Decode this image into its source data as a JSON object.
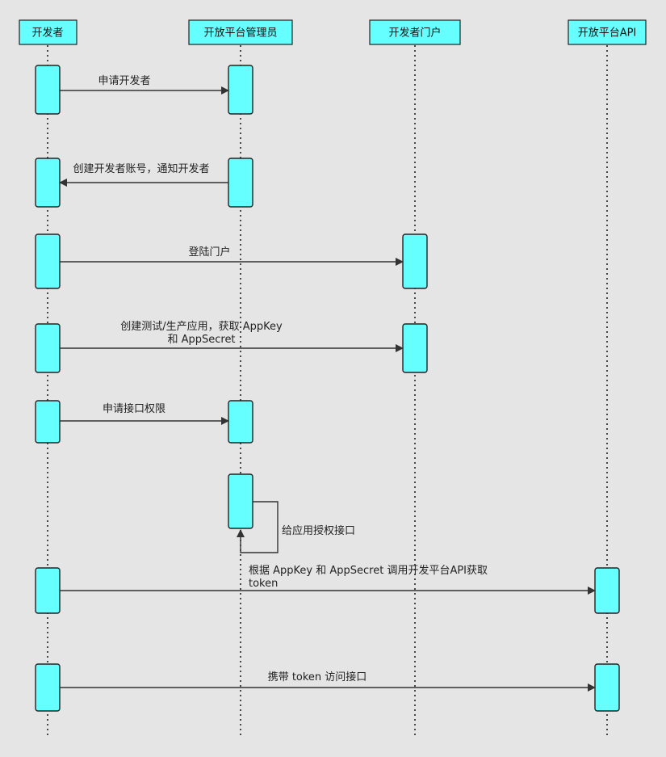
{
  "participants": [
    {
      "id": "dev",
      "label": "开发者"
    },
    {
      "id": "admin",
      "label": "开放平台管理员"
    },
    {
      "id": "portal",
      "label": "开发者门户"
    },
    {
      "id": "api",
      "label": "开放平台API"
    }
  ],
  "messages": [
    {
      "from": "dev",
      "to": "admin",
      "lines": [
        "申请开发者"
      ]
    },
    {
      "from": "admin",
      "to": "dev",
      "lines": [
        "创建开发者账号，通知开发者"
      ]
    },
    {
      "from": "dev",
      "to": "portal",
      "lines": [
        "登陆门户"
      ]
    },
    {
      "from": "dev",
      "to": "portal",
      "lines": [
        "创建测试/生产应用，获取 AppKey",
        "和 AppSecret"
      ]
    },
    {
      "from": "dev",
      "to": "admin",
      "lines": [
        "申请接口权限"
      ]
    },
    {
      "from": "admin",
      "to": "admin",
      "lines": [
        "给应用授权接口"
      ]
    },
    {
      "from": "dev",
      "to": "api",
      "lines": [
        "根据 AppKey 和 AppSecret 调用开发平台API获取",
        "token"
      ]
    },
    {
      "from": "dev",
      "to": "api",
      "lines": [
        "携带 token 访问接口"
      ]
    }
  ],
  "colors": {
    "background": "#e5e5e5",
    "participant_fill": "#66ffff",
    "line": "#222222"
  }
}
